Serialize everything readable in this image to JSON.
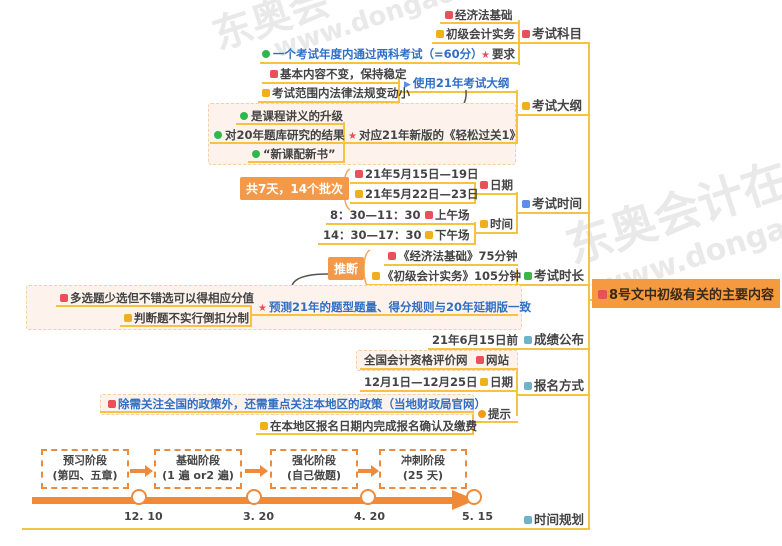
{
  "watermark": {
    "brand": "东奥会计在线",
    "url": "www.dongao.com"
  },
  "root": {
    "label": "8号文中初级有关的主要内容",
    "color": "#f59a3e"
  },
  "branches": {
    "subjects": {
      "label": "考试科目",
      "items": [
        "经济法基础",
        "初级会计实务"
      ],
      "requirement": {
        "label": "要求",
        "detail": "一个考试年度内通过两科考试（=60分）"
      }
    },
    "syllabus": {
      "label": "考试大纲",
      "use": "使用21年考试大纲",
      "points": [
        "基本内容不变，保持稳定",
        "考试范围内法律法规变动小"
      ],
      "book": "对应21年新版的《轻松过关1》",
      "book_points": [
        "是课程讲义的升级",
        "对20年题库研究的结果",
        "“新课配新书”"
      ]
    },
    "exam_time": {
      "label": "考试时间",
      "date_label": "日期",
      "dates": [
        "21年5月15日—19日",
        "21年5月22日—23日"
      ],
      "batch_tag": "共7天，14个批次",
      "time_label": "时间",
      "sessions": [
        {
          "name": "上午场",
          "time": "8：30—11：30"
        },
        {
          "name": "下午场",
          "time": "14：30—17：30"
        }
      ]
    },
    "duration": {
      "label": "考试时长",
      "items": [
        "《经济法基础》75分钟",
        "《初级会计实务》105分钟"
      ],
      "infer_tag": "推断",
      "prediction": "预测21年的题型题量、得分规则与20年延期版一致",
      "rules": [
        "多选题少选但不错选可以得相应分值",
        "判断题不实行倒扣分制"
      ]
    },
    "results": {
      "label": "成绩公布",
      "detail": "21年6月15日前"
    },
    "registration": {
      "label": "报名方式",
      "website_label": "网站",
      "website": "全国会计资格评价网",
      "date_label": "日期",
      "date": "12月1日—12月25日",
      "tips_label": "提示",
      "tips": [
        "除需关注全国的政策外，还需重点关注本地区的政策（当地财政局官网）",
        "在本地区报名日期内完成报名确认及缴费"
      ]
    },
    "plan": {
      "label": "时间规划",
      "stages": [
        {
          "title": "预习阶段",
          "sub": "(第四、五章)"
        },
        {
          "title": "基础阶段",
          "sub": "(1 遍 or2 遍)"
        },
        {
          "title": "强化阶段",
          "sub": "(自己做题)"
        },
        {
          "title": "冲刺阶段",
          "sub": "(25 天)"
        }
      ],
      "dates": [
        "12. 10",
        "3. 20",
        "4. 20",
        "5. 15"
      ]
    }
  }
}
